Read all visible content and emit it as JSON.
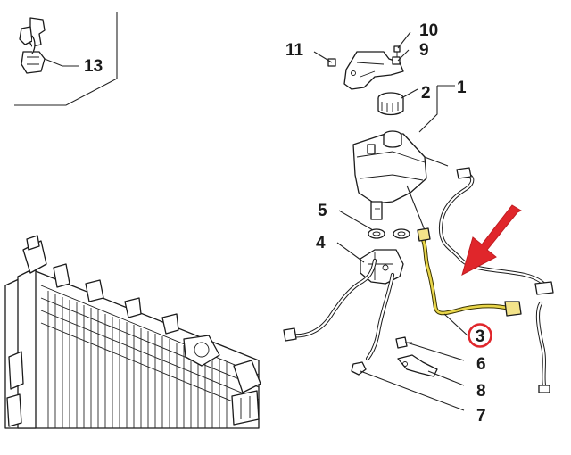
{
  "callouts": {
    "c1": "1",
    "c2": "2",
    "c3": "3",
    "c4": "4",
    "c5": "5",
    "c6": "6",
    "c7": "7",
    "c8": "8",
    "c9": "9",
    "c10": "10",
    "c11": "11",
    "c13": "13"
  },
  "highlight": {
    "part_ref": "3",
    "hose_color": "#e9d64a",
    "ring_color": "#e0262b",
    "arrow_color": "#e0262b"
  },
  "icons": [
    "red-pointer-arrow",
    "highlight-ring"
  ]
}
